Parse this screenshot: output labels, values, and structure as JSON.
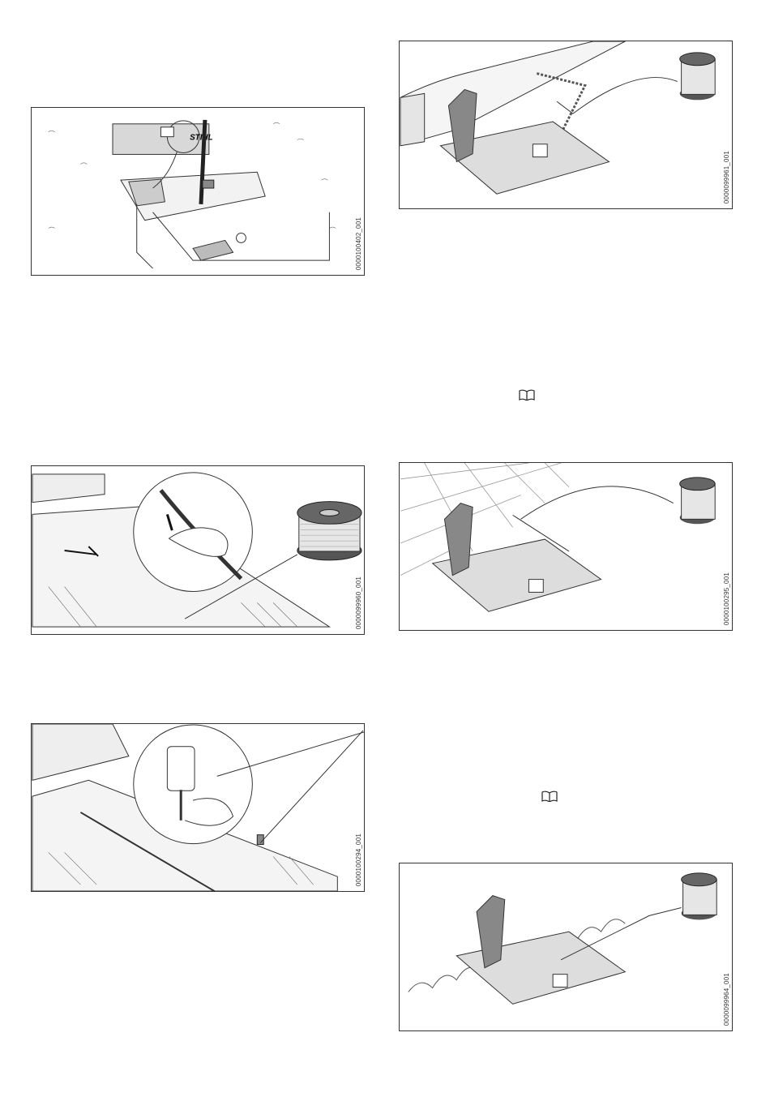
{
  "figures": [
    {
      "id": "fig1",
      "code": "0000100402_001",
      "logo": "STIHL"
    },
    {
      "id": "fig2",
      "code": "0000099960_001"
    },
    {
      "id": "fig3",
      "code": "0000100294_001"
    },
    {
      "id": "fig4",
      "code": "0000099961_001"
    },
    {
      "id": "fig5",
      "code": "0000100295_001"
    },
    {
      "id": "fig6",
      "code": "0000099964_001"
    }
  ],
  "icons": [
    "manual-book-icon",
    "manual-book-icon"
  ]
}
